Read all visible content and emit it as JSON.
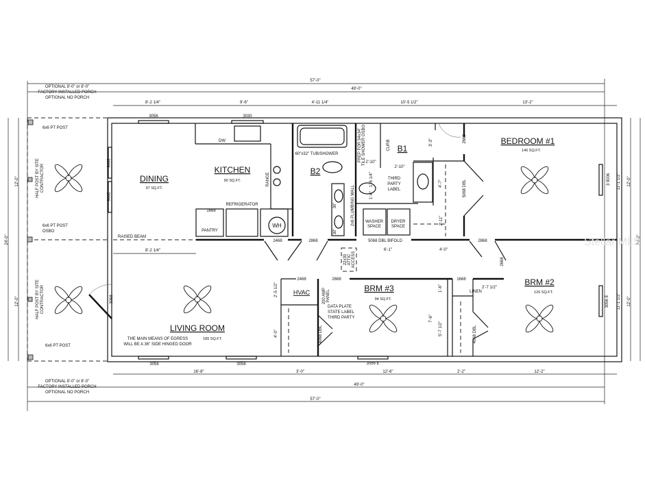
{
  "porch": {
    "top_note": [
      "OPTIONAL 8'-0\" or 8'-0\"",
      "FACTORY INSTALLED PORCH",
      "OPTIONAL NO PORCH"
    ],
    "bottom_note": [
      "OPTIONAL 8'-0\" or 8'-0\"",
      "FACTORY INSTALLED PORCH",
      "OPTIONAL NO PORCH"
    ],
    "post_top": "6x6 PT POST",
    "post_mid": "6x6 PT POST",
    "post_mid_sub": "OSBO",
    "post_bottom": "6x6 PT POST",
    "half_post": [
      "HALF POST BY SITE",
      "CONTRACTOR"
    ]
  },
  "dimensions": {
    "overall": "57'-0\"",
    "box": "49'-0\"",
    "width": "24'-0\"",
    "half_width": "12'-0\"",
    "top": [
      "8'-2 1/4\"",
      "9'-6\"",
      "4'-11 1/4\"",
      "10'-5 1/2\"",
      "13'-2\""
    ],
    "bottom": [
      "16'-8\"",
      "3'-0\"",
      "12'-6\"",
      "2'-2\"",
      "12'-2\""
    ],
    "dining_lower": "8'-2 1/4\"",
    "hall_bifold": "6'-1\"",
    "hall_right": "4'-0\"",
    "b1": [
      "2'-10\"",
      "2'-10\"",
      "1'-6\"",
      "1'-6 1/4\"",
      "3'-3\"",
      "4'-7\"",
      "2'-11\""
    ],
    "bed1_right": "11'-1 1/2\"",
    "bed2_right": "11'-1 1/2\"",
    "hvac": [
      "2'-5 1/2\"",
      "4'-0\""
    ],
    "linen": [
      "1'-6\"",
      "7'-6\"",
      "5'-7 1/2\"",
      "2'-7 1/2\""
    ]
  },
  "rooms": {
    "dining": {
      "name": "DINING",
      "area": "97 SQ.FT."
    },
    "kitchen": {
      "name": "KITCHEN",
      "area": "90 SQ.FT."
    },
    "b2": {
      "name": "B2"
    },
    "b1": {
      "name": "B1"
    },
    "bedroom1": {
      "name": "BEDROOM #1",
      "area": "146 SQ.FT."
    },
    "living": {
      "name": "LIVING ROOM",
      "area": "185 SQ.FT."
    },
    "hvac": {
      "name": "HVAC"
    },
    "brm3": {
      "name": "BRM #3",
      "area": "94 SQ.FT."
    },
    "brm2": {
      "name": "BRM #2",
      "area": "126 SQ.FT."
    }
  },
  "fixtures": {
    "dw": "DW",
    "range": "RANGE",
    "refrigerator": "REFRIGERATOR",
    "pantry": "PANTRY",
    "wh": "WH",
    "tub": "60\"x32\" TUB/SHOWER",
    "plumbing_wall": "2x6 PLUMBING WALL",
    "vanity": "30\"",
    "shower_prep": [
      "PREP FOR 54x34\"",
      "TILE SHOWER OSBO"
    ],
    "curb": "CURB",
    "third_party": [
      "THIRD",
      "PARTY",
      "LABEL"
    ],
    "washer": [
      "WASHER",
      "SPACE"
    ],
    "dryer": [
      "DRYER",
      "SPACE"
    ],
    "attic": [
      "22x30",
      "ATTIC",
      "ACCESS"
    ],
    "panel": [
      "200 AMP",
      "PANEL"
    ],
    "data_plate": [
      "DATA PLATE",
      "STATE LABEL",
      "THIRD PARTY"
    ],
    "linen": "LINEN",
    "raised_beam": "RAISED BEAM",
    "egress": [
      "THE MAIN MEANS OF EGRESS",
      "WILL BE A 36\" SIDE HINGED DOOR"
    ]
  },
  "openings": {
    "win_dining_top": "3056",
    "win_kitchen": "3030",
    "win_dining_left": "3006",
    "door_pantry": "1668",
    "door_wh": "2468",
    "door_b2": "2868",
    "bifold": "5068 DBL BIFOLD",
    "door_hall_bed1": "2868",
    "door_b1": "2668",
    "closet_bed1": "5068 DBL",
    "win_bed1": "3 9006",
    "door_living": "3068",
    "door_hvac": "2468",
    "door_brm3": "2668",
    "closet_brm3": "4068 DBL",
    "door_linen": "1668",
    "closet_brm2": "4068 DBL",
    "door_brm2": "2668",
    "win_brm2": "3056 E",
    "win_living": [
      "3056",
      "3056"
    ],
    "win_brm3": "3056 E"
  },
  "watermark": "Stellar MLS"
}
